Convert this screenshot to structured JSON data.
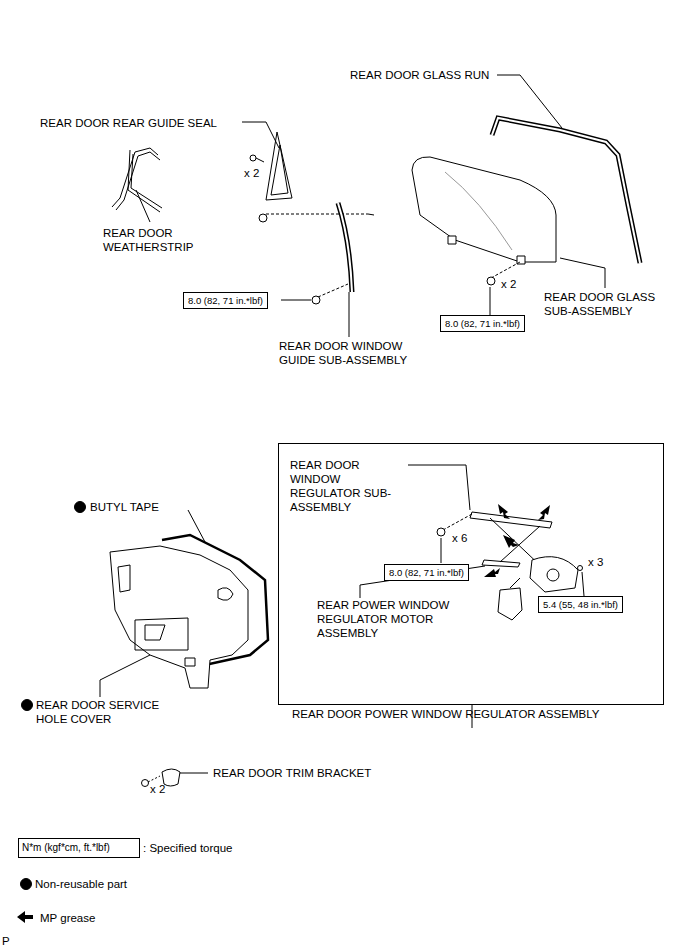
{
  "diagram": {
    "nodes": [
      {
        "text": [
          "8.0 (82, 71 in.*lbf)"
        ]
      },
      {
        "text": [
          "8.0 (82, 71 in.*lbf)"
        ]
      },
      {
        "text": [
          "REAR DOOR POWER WINDOW REGULATOR ASSEMBLY"
        ]
      },
      {
        "text": [
          "8.0 (82, 71 in.*lbf)"
        ],
        "in": 2
      },
      {
        "text": [
          "5.4 (55, 48 in.*lbf)"
        ],
        "in": 2
      }
    ],
    "labels": [
      "REAR DOOR GLASS RUN",
      "REAR DOOR REAR GUIDE SEAL",
      "x 2",
      "REAR DOOR WEATHERSTRIP",
      "REAR DOOR WINDOW GUIDE SUB-ASSEMBLY",
      "x 2",
      "REAR DOOR GLASS SUB-ASSEMBLY",
      "BUTYL TAPE",
      "REAR DOOR WINDOW REGULATOR SUB-ASSEMBLY",
      "x 6",
      "x 3",
      "REAR POWER WINDOW REGULATOR MOTOR ASSEMBLY",
      "REAR DOOR SERVICE HOLE COVER",
      "REAR DOOR TRIM BRACKET",
      "x 2",
      "N*m (kgf*cm, ft.*lbf)",
      "P"
    ],
    "legend": [
      {
        "text": ": Specified torque"
      },
      {
        "text": "Non-reusable part"
      },
      {
        "text": "MP grease"
      }
    ]
  }
}
